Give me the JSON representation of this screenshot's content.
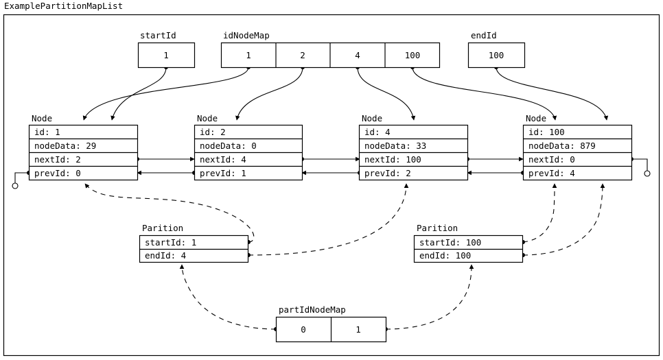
{
  "title": "ExamplePartitionMapList",
  "colors": {
    "stroke": "#000000",
    "background": "#ffffff"
  },
  "arrays": [
    {
      "name": "startId",
      "caption": "startId",
      "cells": [
        "1"
      ]
    },
    {
      "name": "idNodeMap",
      "caption": "idNodeMap",
      "cells": [
        "1",
        "2",
        "4",
        "100"
      ]
    },
    {
      "name": "endId",
      "caption": "endId",
      "cells": [
        "100"
      ]
    },
    {
      "name": "partIdNodeMap",
      "caption": "partIdNodeMap",
      "cells": [
        "0",
        "1"
      ]
    }
  ],
  "nodes": [
    {
      "caption": "Node",
      "fields": [
        {
          "label": "id: 1"
        },
        {
          "label": "nodeData: 29"
        },
        {
          "label": "nextId: 2"
        },
        {
          "label": "prevId: 0"
        }
      ]
    },
    {
      "caption": "Node",
      "fields": [
        {
          "label": "id: 2"
        },
        {
          "label": "nodeData: 0"
        },
        {
          "label": "nextId: 4"
        },
        {
          "label": "prevId: 1"
        }
      ]
    },
    {
      "caption": "Node",
      "fields": [
        {
          "label": "id: 4"
        },
        {
          "label": "nodeData: 33"
        },
        {
          "label": "nextId: 100"
        },
        {
          "label": "prevId: 2"
        }
      ]
    },
    {
      "caption": "Node",
      "fields": [
        {
          "label": "id: 100"
        },
        {
          "label": "nodeData: 879"
        },
        {
          "label": "nextId: 0"
        },
        {
          "label": "prevId: 4"
        }
      ]
    }
  ],
  "partitions": [
    {
      "caption": "Parition",
      "fields": [
        {
          "label": "startId: 1"
        },
        {
          "label": "endId: 4"
        }
      ]
    },
    {
      "caption": "Parition",
      "fields": [
        {
          "label": "startId: 100"
        },
        {
          "label": "endId: 100"
        }
      ]
    }
  ]
}
